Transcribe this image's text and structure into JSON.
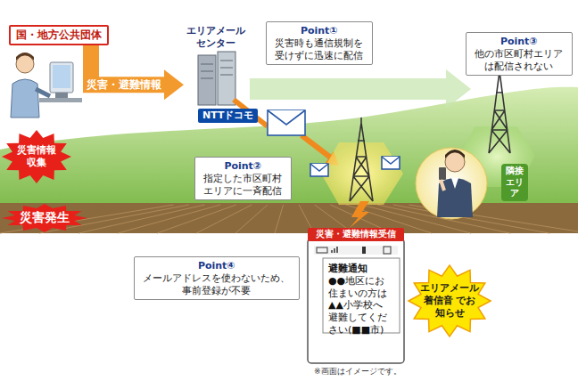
{
  "diagram": {
    "nodes": [
      {
        "text": [
          "国・地方公共団体"
        ]
      },
      {
        "text": [
          "エリアメール センター"
        ]
      },
      {
        "text": [
          "Point①",
          "災害時も通信規制を 受けずに迅速に配信"
        ]
      },
      {
        "text": [
          "Point③",
          "他の市区町村エリア は配信されない"
        ]
      },
      {
        "text": [
          "NTTドコモ"
        ]
      },
      {
        "text": [
          "災害情報 収集"
        ]
      },
      {
        "text": [
          "Point②",
          "指定した市区町村 エリアに一斉配信"
        ]
      },
      {
        "text": [
          "隣接 エリア"
        ]
      },
      {
        "text": [
          "災害発生"
        ]
      },
      {
        "text": [
          "災害・避難情報受信"
        ]
      },
      {
        "text": [
          "避難通知",
          "●●地区にお住まいの方は▲▲小学校へ避難してください(■■市)"
        ]
      },
      {
        "text": [
          "Point④",
          "メールアドレスを使わないため、 事前登録が不要"
        ]
      },
      {
        "text": [
          "エリアメール 着信音 でお知らせ"
        ]
      }
    ],
    "edges": [
      {
        "from": 0,
        "to": 1,
        "arrow": "to",
        "label": "災害・避難情報"
      }
    ],
    "labels": [
      "※画面はイメージです。"
    ]
  }
}
